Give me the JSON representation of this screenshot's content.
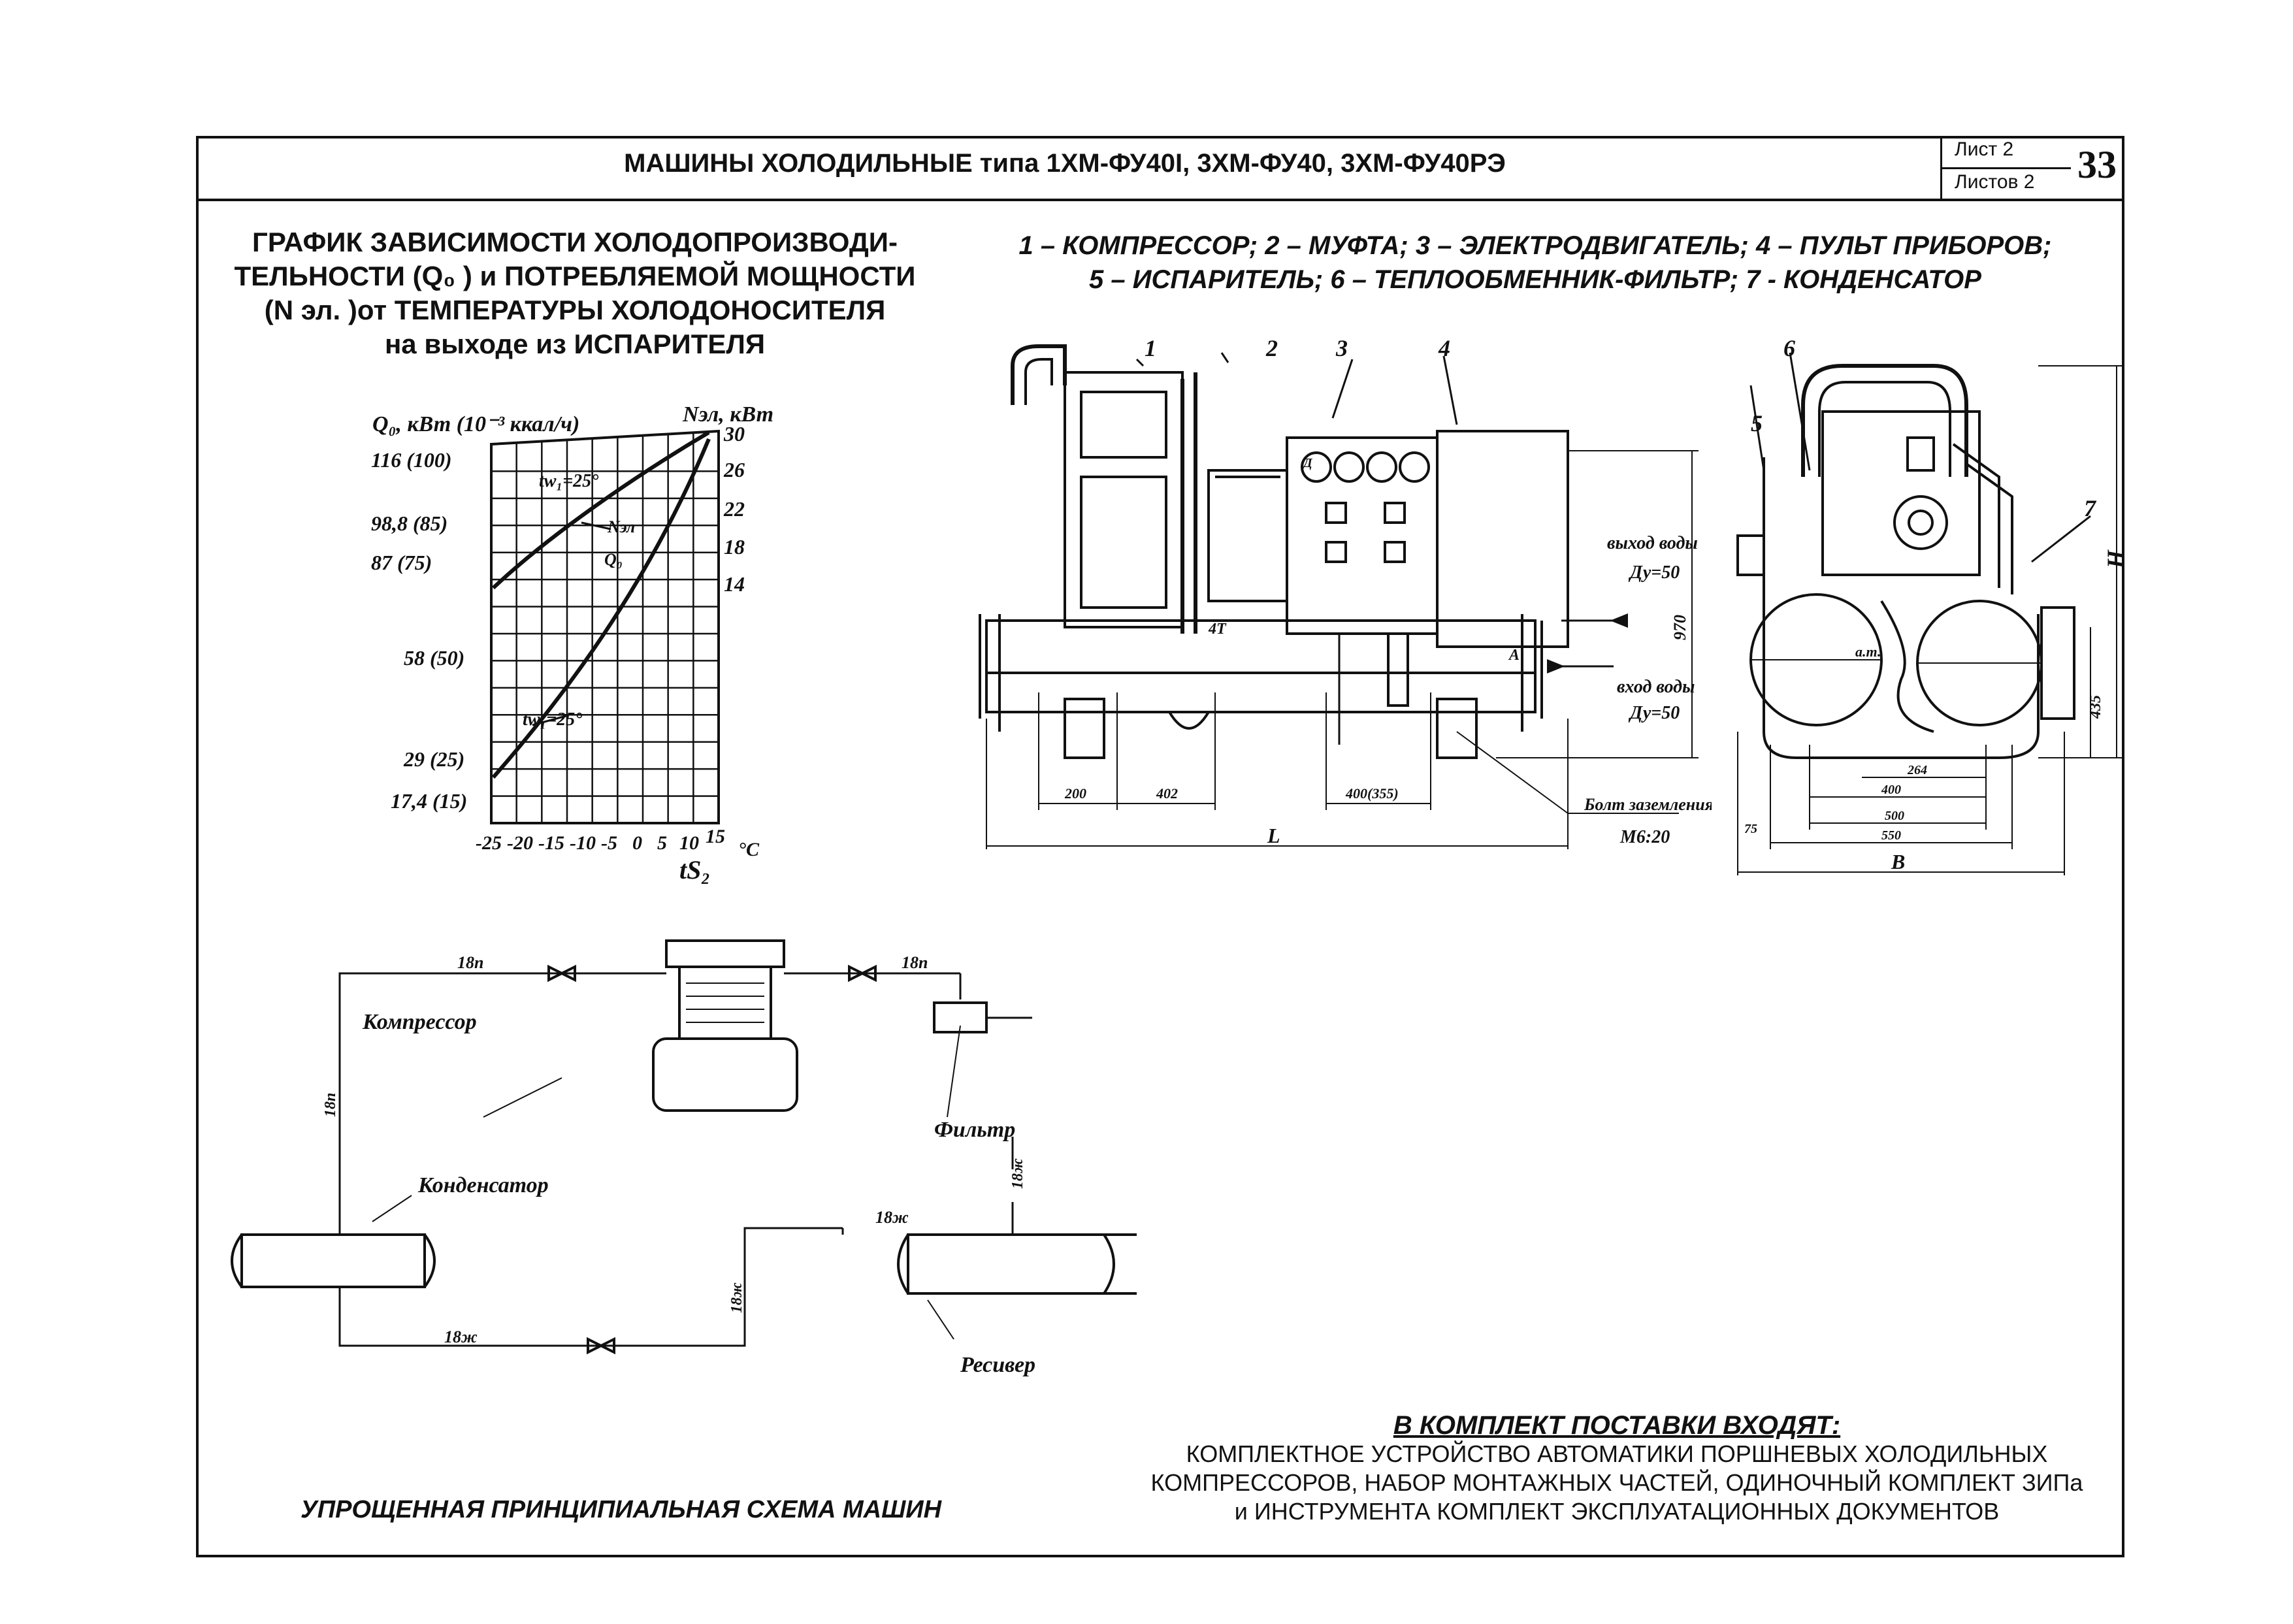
{
  "header": {
    "title": "МАШИНЫ ХОЛОДИЛЬНЫЕ типа 1ХМ-ФУ40І, 3ХМ-ФУ40, 3ХМ-ФУ40РЭ",
    "sheet": "Лист 2",
    "sheets_total": "Листов 2",
    "page_number": "33"
  },
  "graph": {
    "title_lines": [
      "ГРАФИК ЗАВИСИМОСТИ ХОЛОДОПРОИЗВОДИ-",
      "ТЕЛЬНОСТИ (Q₀ ) и ПОТРЕБЛЯЕМОЙ МОЩНОСТИ",
      "(N эл. )от ТЕМПЕРАТУРЫ ХОЛОДОНОСИТЕЛЯ",
      "на выходе из ИСПАРИТЕЛЯ"
    ],
    "left_axis_label": "Q₀, кВт (10⁻³ ккал/ч)",
    "right_axis_label": "Nэл, кВт",
    "left_ticks": [
      "116 (100)",
      "98,8 (85)",
      "87 (75)",
      "58 (50)",
      "29 (25)",
      "17,4 (15)"
    ],
    "right_ticks": [
      "30",
      "26",
      "22",
      "18",
      "14"
    ],
    "x_ticks": [
      "-25",
      "-20",
      "-15",
      "-10",
      "-5",
      "0",
      "5",
      "10",
      "15"
    ],
    "x_unit": "°С",
    "x_label": "tS₂",
    "annotation_top": "tw₁=25°",
    "annotation_bottom": "tw₁=25°",
    "curve_n_label": "Nэл",
    "curve_q_label": "Q₀"
  },
  "legend": {
    "line1": "1 – КОМПРЕССОР; 2 – МУФТА; 3 – ЭЛЕКТРОДВИГАТЕЛЬ; 4 – ПУЛЬТ ПРИБОРОВ;",
    "line2": "5 – ИСПАРИТЕЛЬ; 6 – ТЕПЛООБМЕННИК-ФИЛЬТР; 7 - КОНДЕНСАТОР"
  },
  "drawing": {
    "callouts": [
      "1",
      "2",
      "3",
      "4",
      "5",
      "6",
      "7"
    ],
    "water_out": "выход воды",
    "water_in": "вход воды",
    "dy": "Ду=50",
    "dim_970": "970",
    "dim_h": "H",
    "dim_435": "435",
    "dim_200": "200",
    "dim_402": "402",
    "dim_400_355": "400(355)",
    "dim_l": "L",
    "dim_75": "75",
    "dim_264": "264",
    "dim_400": "400",
    "dim_500": "500",
    "dim_550": "550",
    "dim_b": "В",
    "label_4t": "4Т",
    "label_a": "А",
    "label_d": "Д",
    "label_at": "а.т.",
    "bolt": "Болт заземления",
    "bolt_size": "М6:20"
  },
  "scheme": {
    "compressor": "Компрессор",
    "filter": "Фильтр",
    "condenser": "Конденсатор",
    "receiver": "Ресивер",
    "pipe_18p": "18п",
    "pipe_18zh": "18ж",
    "caption": "УПРОЩЕННАЯ ПРИНЦИПИАЛЬНАЯ СХЕМА МАШИН"
  },
  "supply": {
    "heading": "В КОМПЛЕКТ ПОСТАВКИ ВХОДЯТ:",
    "line1": "КОМПЛЕКТНОЕ УСТРОЙСТВО АВТОМАТИКИ ПОРШНЕВЫХ ХОЛОДИЛЬНЫХ",
    "line2": "КОМПРЕССОРОВ, НАБОР МОНТАЖНЫХ ЧАСТЕЙ, ОДИНОЧНЫЙ КОМПЛЕКТ ЗИПа",
    "line3": "и ИНСТРУМЕНТА  КОМПЛЕКТ ЭКСПЛУАТАЦИОННЫХ ДОКУМЕНТОВ"
  }
}
